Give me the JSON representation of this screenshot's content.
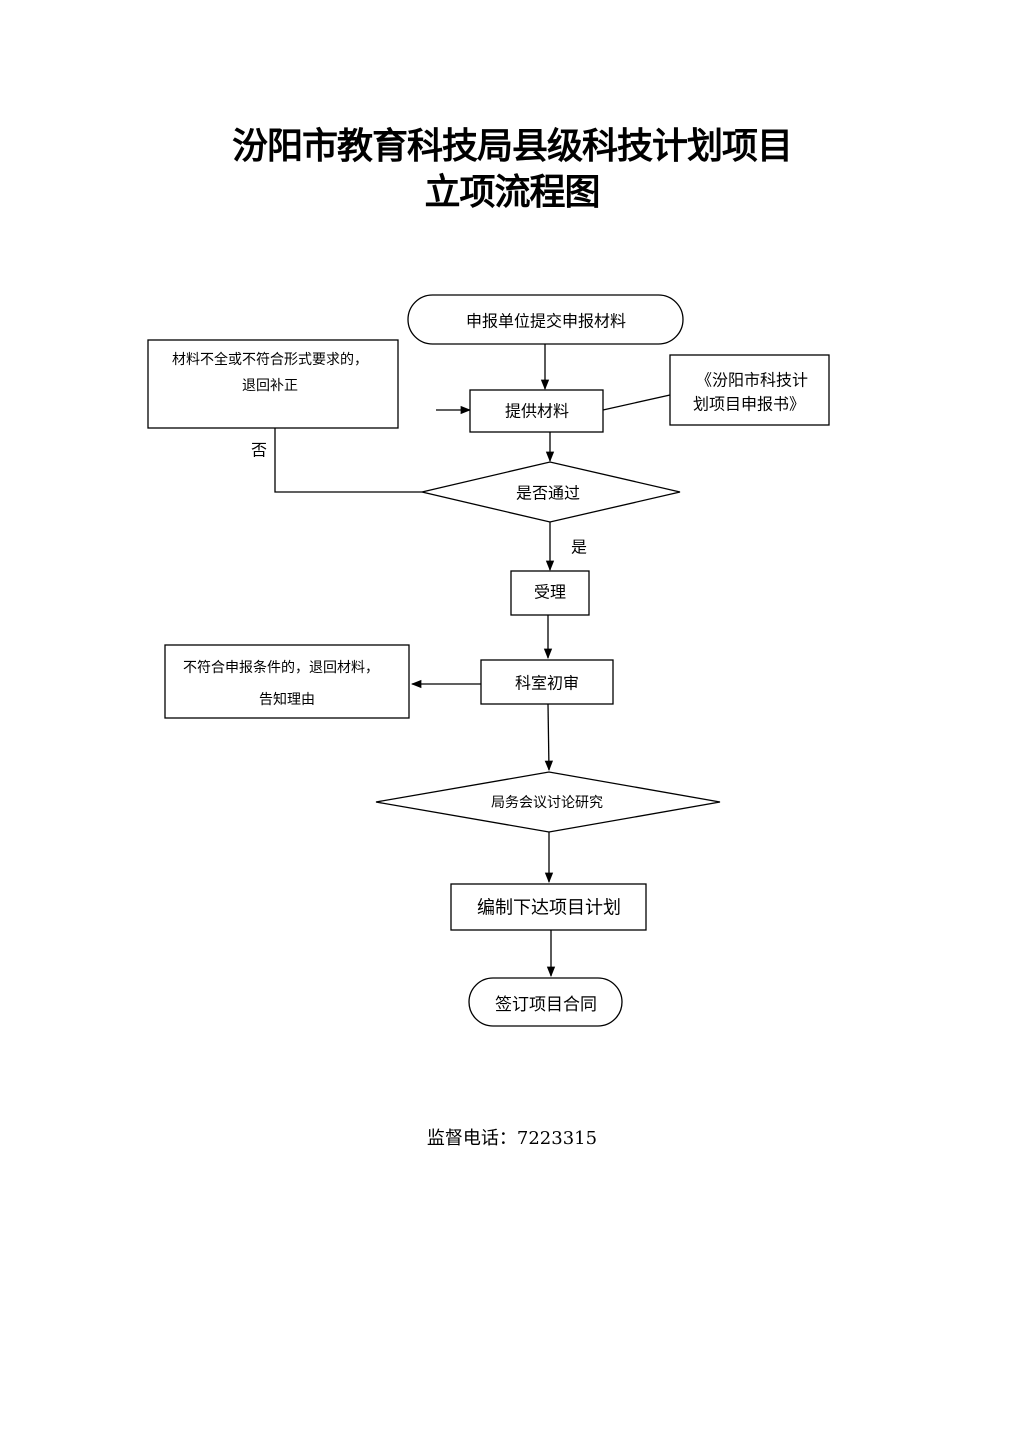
{
  "title": {
    "line1": "汾阳市教育科技局县级科技计划项目",
    "line2": "立项流程图"
  },
  "nodes": {
    "submit": "申报单位提交申报材料",
    "provide": "提供材料",
    "incomplete_line1": "材料不全或不符合形式要求的，",
    "incomplete_line2": "退回补正",
    "form_line1": "《汾阳市科技计",
    "form_line2": "划项目申报书》",
    "decision": "是否通过",
    "accept": "受理",
    "review": "科室初审",
    "reject_line1": "不符合申报条件的，退回材料，",
    "reject_line2": "告知理由",
    "meeting": "局务会议讨论研究",
    "plan": "编制下达项目计划",
    "contract": "签订项目合同"
  },
  "edges": {
    "no_label": "否",
    "yes_label": "是"
  },
  "footer": "监督电话：7223315"
}
